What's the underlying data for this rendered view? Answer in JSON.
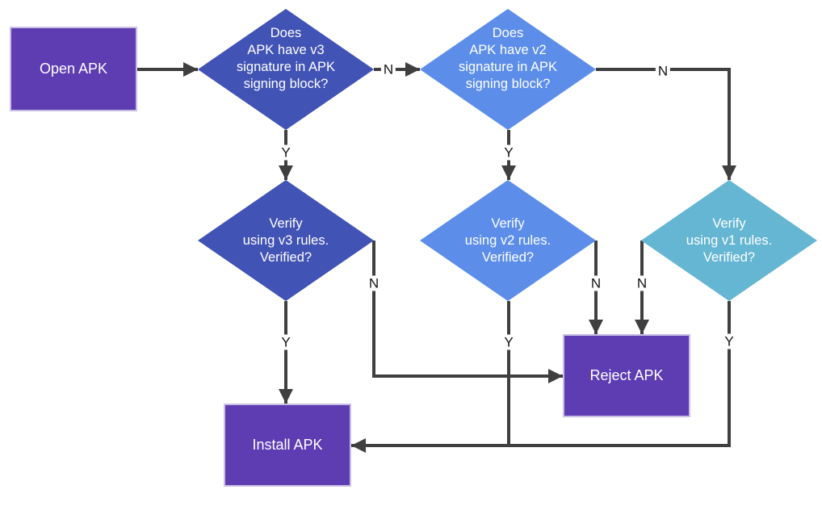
{
  "diagram": {
    "nodes": {
      "open_apk": {
        "label": "Open APK"
      },
      "check_v3": {
        "label": "Does\nAPK have v3\nsignature in APK\nsigning block?"
      },
      "check_v2": {
        "label": "Does\nAPK have v2\nsignature in APK\nsigning block?"
      },
      "verify_v3": {
        "label": "Verify\nusing v3 rules.\nVerified?"
      },
      "verify_v2": {
        "label": "Verify\nusing v2 rules.\nVerified?"
      },
      "verify_v1": {
        "label": "Verify\nusing v1 rules.\nVerified?"
      },
      "reject_apk": {
        "label": "Reject APK"
      },
      "install_apk": {
        "label": "Install APK"
      }
    },
    "edge_labels": {
      "check_v3_no": "N",
      "check_v3_yes": "Y",
      "check_v2_no": "N",
      "check_v2_yes": "Y",
      "verify_v3_no": "N",
      "verify_v3_yes": "Y",
      "verify_v2_no": "N",
      "verify_v2_yes": "Y",
      "verify_v1_no": "N",
      "verify_v1_yes": "Y"
    },
    "colors": {
      "box_fill": "#5e3cb2",
      "diamond_dark_blue": "#4153b4",
      "diamond_light_blue": "#5c8ee9",
      "diamond_teal": "#65b6d3",
      "connector": "#3f3f3f",
      "node_text": "#ffffff",
      "edge_label_text": "#141414"
    }
  }
}
